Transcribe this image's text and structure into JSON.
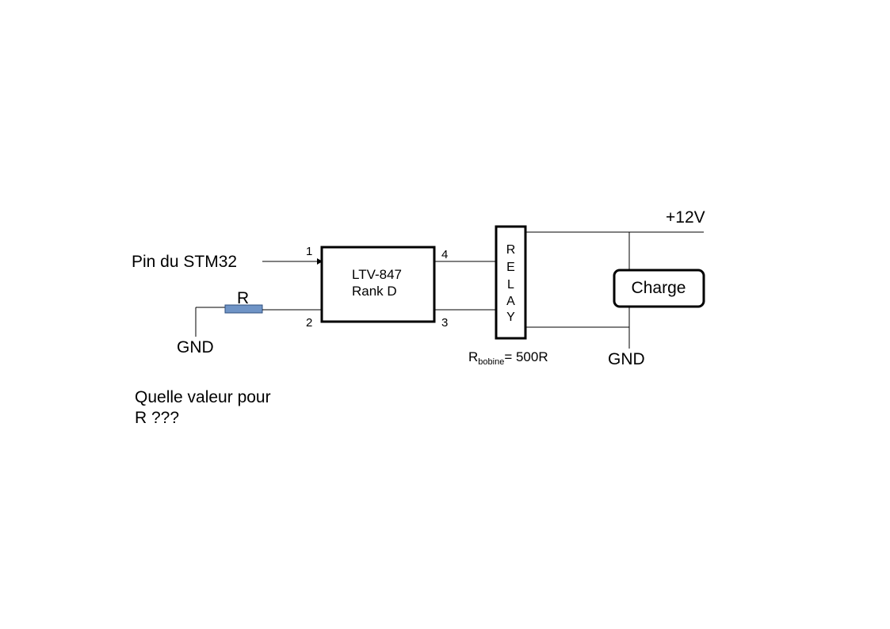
{
  "labels": {
    "pin_input": "Pin du STM32",
    "resistor": "R",
    "gnd_left": "GND",
    "gnd_right": "GND",
    "supply": "+12V",
    "question_line1": "Quelle valeur pour",
    "question_line2": "R ???"
  },
  "optocoupler": {
    "model": "LTV-847",
    "rank": "Rank D",
    "pins": {
      "p1": "1",
      "p2": "2",
      "p3": "3",
      "p4": "4"
    }
  },
  "relay": {
    "letters": [
      "R",
      "E",
      "L",
      "A",
      "Y"
    ],
    "coil_symbol": "R",
    "coil_subscript": "bobine",
    "coil_value": "= 500R"
  },
  "load": {
    "label": "Charge"
  },
  "colors": {
    "resistor_fill": "#6f94c6",
    "resistor_stroke": "#2f4f7f",
    "ink": "#000000"
  }
}
